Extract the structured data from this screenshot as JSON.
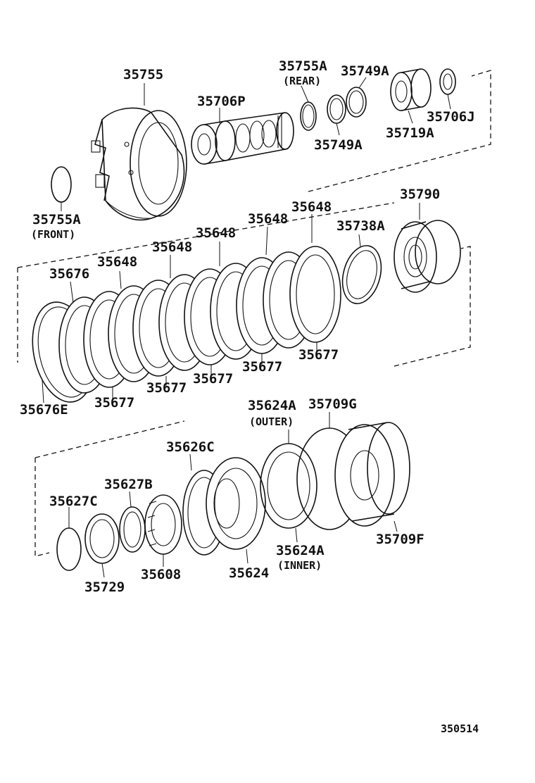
{
  "diagram_id": "350514",
  "groups": {
    "top": [
      {
        "part": "35755",
        "sub": ""
      },
      {
        "part": "35706P",
        "sub": ""
      },
      {
        "part": "35755A",
        "sub": "(REAR)"
      },
      {
        "part": "35749A",
        "sub": ""
      },
      {
        "part": "35719A",
        "sub": ""
      },
      {
        "part": "35706J",
        "sub": ""
      },
      {
        "part": "35749A",
        "sub": ""
      },
      {
        "part": "35755A",
        "sub": "(FRONT)"
      }
    ],
    "middle": [
      {
        "part": "35790"
      },
      {
        "part": "35648"
      },
      {
        "part": "35738A"
      },
      {
        "part": "35648"
      },
      {
        "part": "35648"
      },
      {
        "part": "35648"
      },
      {
        "part": "35648"
      },
      {
        "part": "35676"
      },
      {
        "part": "35677"
      },
      {
        "part": "35677"
      },
      {
        "part": "35677"
      },
      {
        "part": "35677"
      },
      {
        "part": "35677"
      },
      {
        "part": "35676E"
      }
    ],
    "bottom": [
      {
        "part": "35624A",
        "sub": "(OUTER)"
      },
      {
        "part": "35709G",
        "sub": ""
      },
      {
        "part": "35626C",
        "sub": ""
      },
      {
        "part": "35627B",
        "sub": ""
      },
      {
        "part": "35627C",
        "sub": ""
      },
      {
        "part": "35709F",
        "sub": ""
      },
      {
        "part": "35624A",
        "sub": "(INNER)"
      },
      {
        "part": "35729",
        "sub": ""
      },
      {
        "part": "35608",
        "sub": ""
      },
      {
        "part": "35624",
        "sub": ""
      }
    ]
  }
}
